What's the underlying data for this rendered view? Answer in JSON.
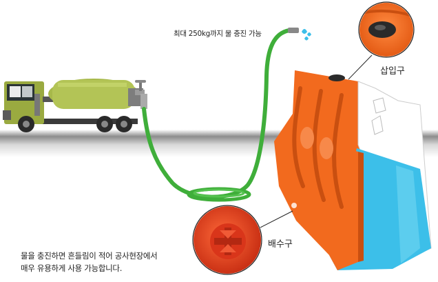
{
  "captions": {
    "fill_capacity": "최대 250kg까지 물 충진 가능",
    "inlet": "삽입구",
    "drain": "배수구",
    "description_line1": "물을 충진하면 흔들림이 적어 공사현장에서",
    "description_line2": "매우 유용하게 사용 가능합니다."
  },
  "colors": {
    "barrier_orange": "#f26a1e",
    "barrier_shadow": "#c94f10",
    "water_blue": "#3cbfe9",
    "hose_green": "#3fae3a",
    "truck_green": "#a7b94a",
    "cap_red": "#e83a1c",
    "ground_gray": "#9a9a9a"
  }
}
